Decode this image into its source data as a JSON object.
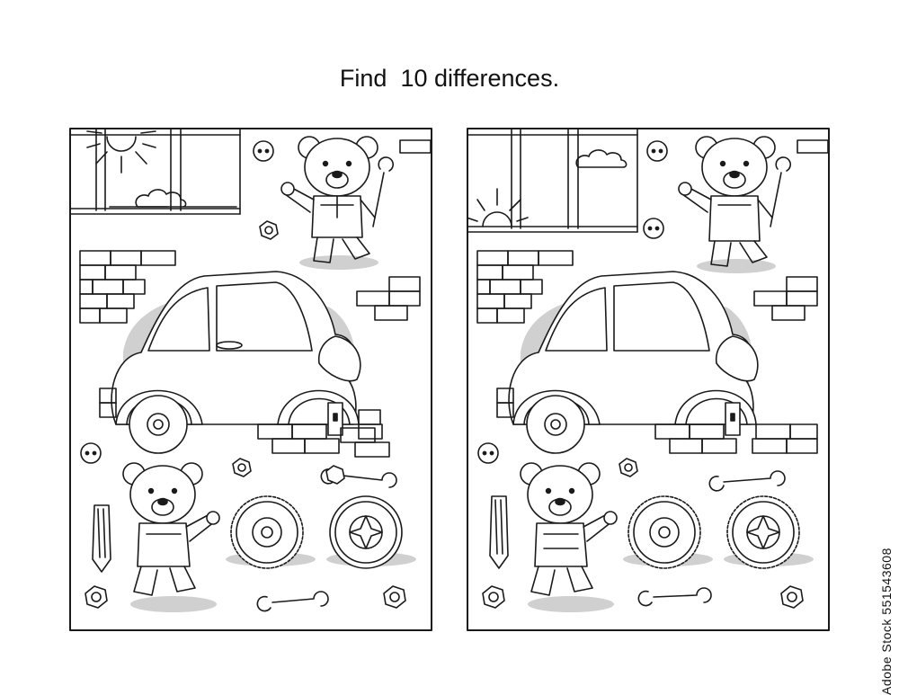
{
  "puzzle": {
    "title": "Find  10 differences.",
    "panels": [
      {
        "name": "left-picture"
      },
      {
        "name": "right-picture"
      }
    ]
  },
  "stock_id": "551543608",
  "stock_text": "Adobe Stock",
  "colors": {
    "ink": "#1a1a1a",
    "shadow": "#d0d0d0",
    "background": "#ffffff"
  }
}
